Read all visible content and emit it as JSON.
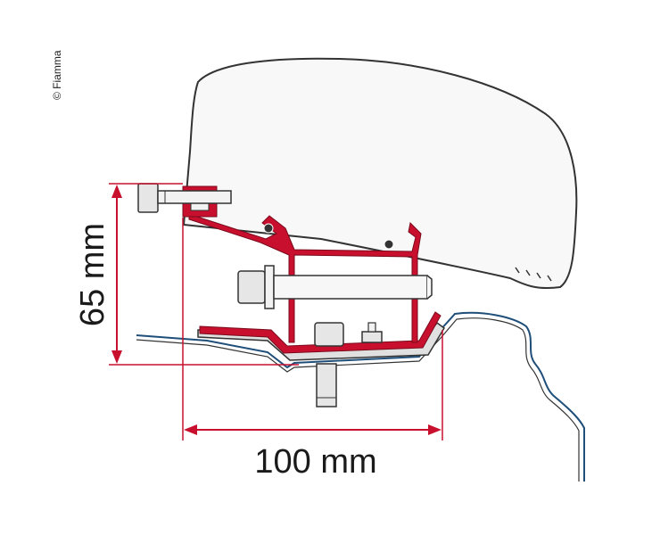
{
  "copyright": "© Fiamma",
  "dimensions": {
    "height_label": "65 mm",
    "width_label": "100 mm"
  },
  "colors": {
    "bracket": "#c8102e",
    "dimension_line": "#c8102e",
    "roof_profile": "#1f4e79",
    "outline": "#333333",
    "fill_grey": "#e6e6e6",
    "fill_light": "#f7f7f7"
  }
}
